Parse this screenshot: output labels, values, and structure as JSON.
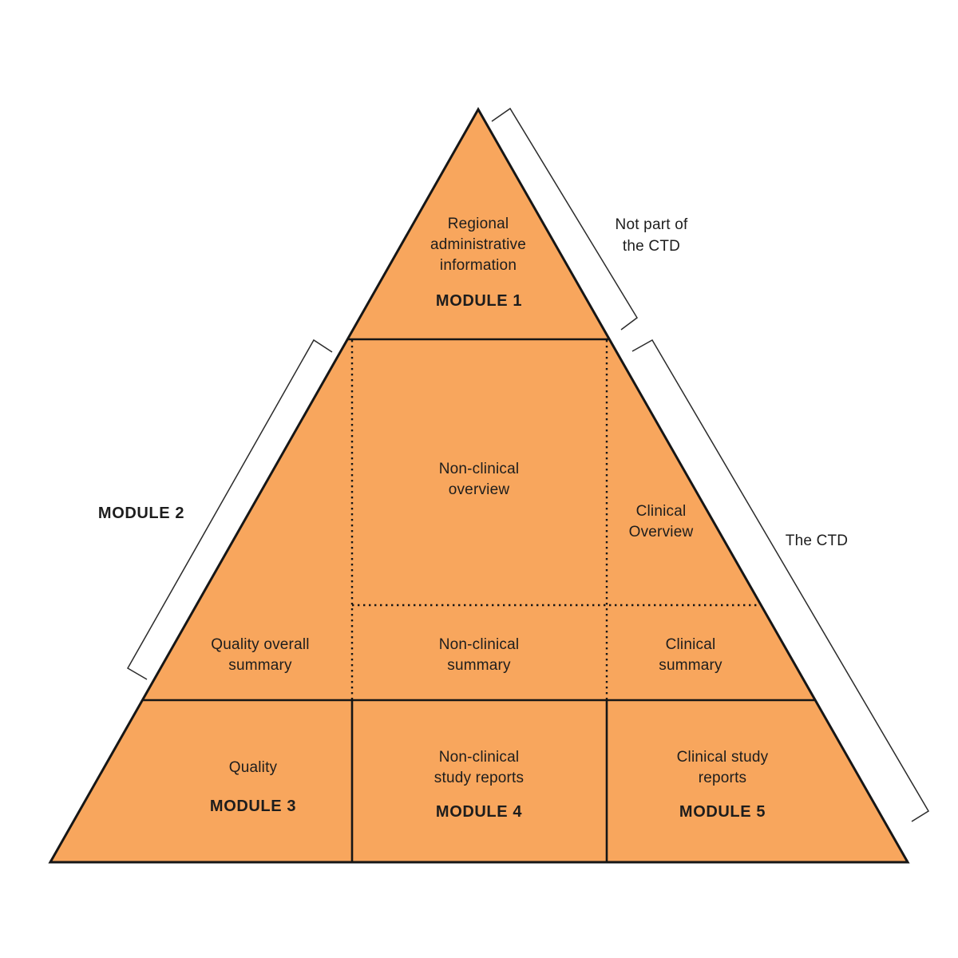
{
  "colors": {
    "pyramid_fill": "#F8A65D",
    "outline": "#161616",
    "bracket": "#2B2B2B",
    "text": "#1D1D1D"
  },
  "module1": {
    "name": [
      "Regional",
      "administrative",
      "information"
    ],
    "module_label": "MODULE 1"
  },
  "module2": {
    "bracket_label": "MODULE 2",
    "nonclinical_overview": [
      "Non-clinical",
      "overview"
    ],
    "clinical_overview": [
      "Clinical",
      "Overview"
    ],
    "quality_overall_summary": [
      "Quality overall",
      "summary"
    ],
    "nonclinical_summary": [
      "Non-clinical",
      "summary"
    ],
    "clinical_summary": [
      "Clinical",
      "summary"
    ]
  },
  "module3": {
    "name": [
      "Quality"
    ],
    "module_label": "MODULE 3"
  },
  "module4": {
    "name": [
      "Non-clinical",
      "study reports"
    ],
    "module_label": "MODULE 4"
  },
  "module5": {
    "name": [
      "Clinical study",
      "reports"
    ],
    "module_label": "MODULE 5"
  },
  "annotations": {
    "not_part_of_ctd": [
      "Not part of",
      "the CTD"
    ],
    "the_ctd": "The CTD"
  }
}
